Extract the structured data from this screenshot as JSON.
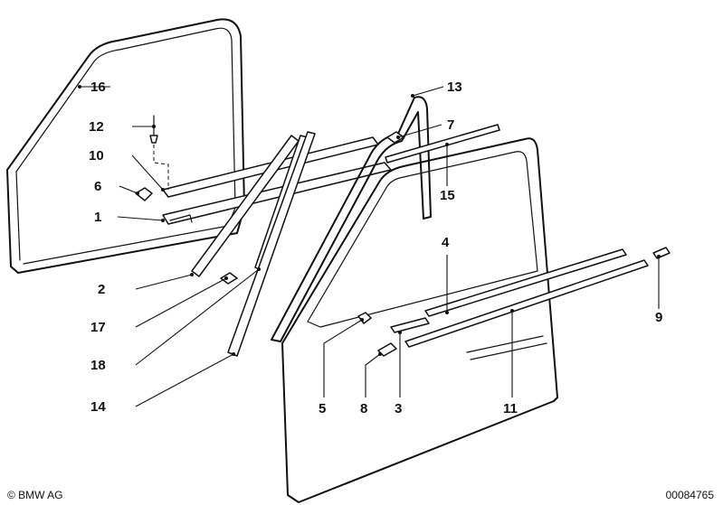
{
  "callouts": {
    "c1": "1",
    "c2": "2",
    "c3": "3",
    "c4": "4",
    "c5": "5",
    "c6": "6",
    "c7": "7",
    "c8": "8",
    "c9": "9",
    "c10": "10",
    "c11": "11",
    "c12": "12",
    "c13": "13",
    "c14": "14",
    "c15": "15",
    "c16": "16",
    "c17": "17",
    "c18": "18"
  },
  "footer": {
    "copyright": "© BMW AG",
    "diagram_id": "00084765"
  }
}
